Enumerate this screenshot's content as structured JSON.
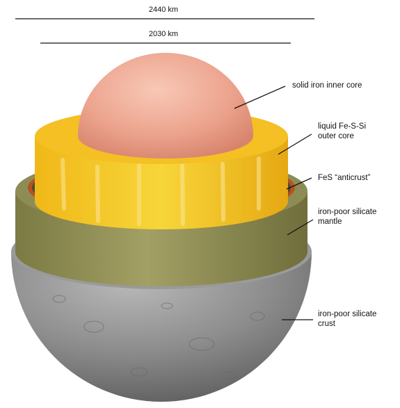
{
  "scale": {
    "outer_label": "2440 km",
    "inner_label": "2030 km"
  },
  "layers": [
    {
      "id": "inner-core",
      "line1": "solid iron inner core",
      "line2": ""
    },
    {
      "id": "outer-core",
      "line1": "liquid Fe-S-Si",
      "line2": "outer core"
    },
    {
      "id": "anticrust",
      "line1": "FeS “anticrust”",
      "line2": ""
    },
    {
      "id": "mantle",
      "line1": "iron-poor silicate",
      "line2": "mantle"
    },
    {
      "id": "crust",
      "line1": "iron-poor silicate",
      "line2": "crust"
    }
  ],
  "colors": {
    "inner_core": "#eca48e",
    "outer_core": "#f2c21d",
    "anticrust": "#b8511e",
    "mantle": "#8c8b55",
    "crust": "#8a8a8a"
  }
}
